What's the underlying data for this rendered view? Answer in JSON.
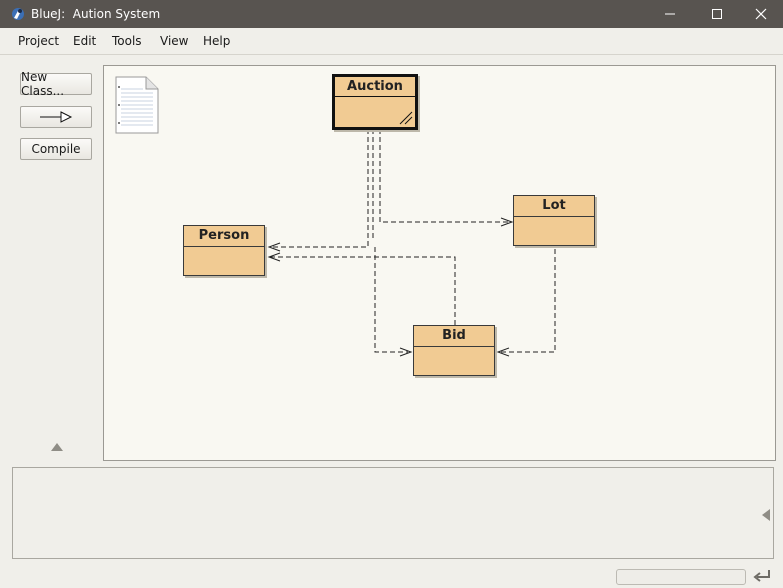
{
  "window": {
    "title": "BlueJ:  Aution System"
  },
  "menu": [
    "Project",
    "Edit",
    "Tools",
    "View",
    "Help"
  ],
  "tools": {
    "new_class": "New Class...",
    "compile": "Compile"
  },
  "classes": {
    "auction": "Auction",
    "lot": "Lot",
    "person": "Person",
    "bid": "Bid"
  },
  "colors": {
    "titlebar": "#585450",
    "class_fill": "#f1cb93",
    "canvas": "#f9f8f2"
  },
  "icons": {
    "app": "bluej-app-icon",
    "readme": "readme-document-icon",
    "arrow_tool": "inheritance-arrow-icon",
    "return": "return-icon"
  }
}
